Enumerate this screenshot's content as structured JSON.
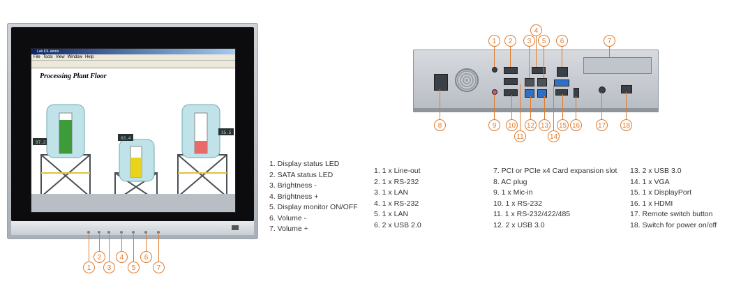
{
  "screen": {
    "window_title": "Lab.IDL.demo",
    "menu": [
      "File",
      "Tools",
      "View",
      "Window",
      "Help"
    ],
    "title": "Processing Plant Floor",
    "gauges": [
      "97.3",
      "63.4",
      "35.5"
    ]
  },
  "colors": {
    "callout": "#e07a2b",
    "tank_green": "#3d9b3a",
    "tank_yellow": "#e9d31b",
    "tank_red": "#e86a6a",
    "usb3_blue": "#2f6fc6"
  },
  "front_callouts": [
    "1",
    "2",
    "3",
    "4",
    "5",
    "6",
    "7"
  ],
  "rear_callouts": {
    "top": [
      "1",
      "2",
      "3",
      "4",
      "5",
      "6",
      "7"
    ],
    "bottom": [
      "8",
      "9",
      "10",
      "11",
      "12",
      "13",
      "14",
      "15",
      "16",
      "17",
      "18"
    ]
  },
  "legend_front": [
    "1. Display status LED",
    "2. SATA status LED",
    "3. Brightness -",
    "4. Brightness +",
    "5. Display monitor ON/OFF",
    "6. Volume -",
    "7. Volume +"
  ],
  "legend_rear_col1": [
    "1. 1 x Line-out",
    "2. 1 x RS-232",
    "3. 1 x LAN",
    "4. 1 x RS-232",
    "5. 1 x LAN",
    "6. 2 x USB 2.0"
  ],
  "legend_rear_col2": [
    "7. PCI or PCIe x4 Card expansion slot",
    "8. AC plug",
    "9. 1 x Mic-in",
    "10. 1 x RS-232",
    "11. 1 x RS-232/422/485",
    "12. 2 x USB 3.0"
  ],
  "legend_rear_col3": [
    "13. 2 x USB 3.0",
    "14. 1 x VGA",
    "15. 1 x DisplayPort",
    "16. 1 x HDMI",
    "17. Remote switch button",
    "18. Switch for power on/off"
  ]
}
